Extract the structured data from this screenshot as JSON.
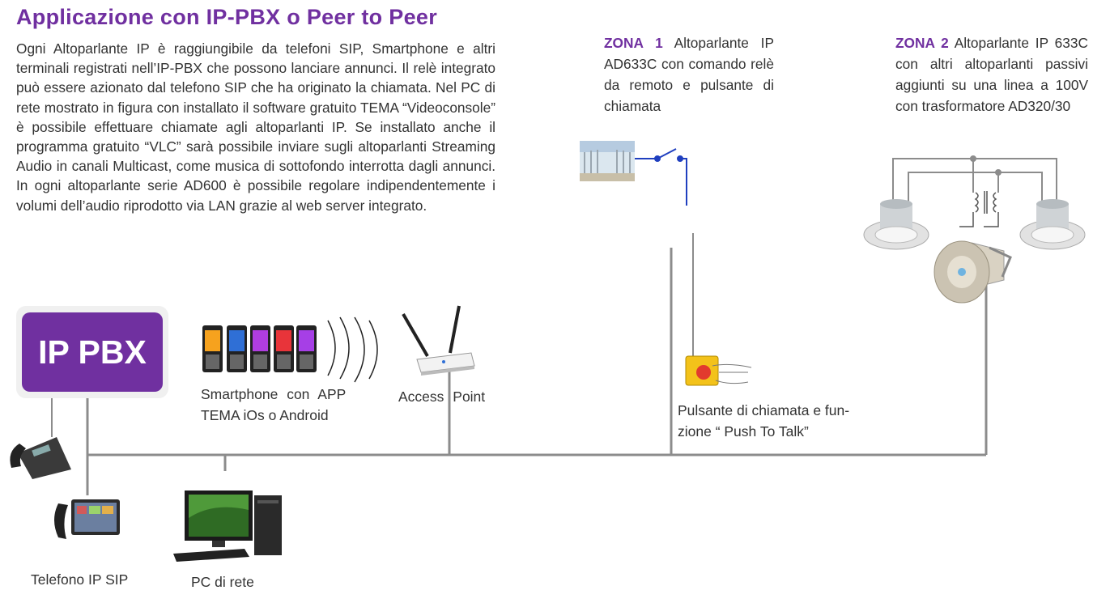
{
  "header": {
    "title": "Applicazione con IP-PBX o Peer to Peer",
    "intro": "Ogni Altoparlante IP è raggiungibile da telefoni SIP, Smartphone e altri terminali registrati nell’IP-PBX che possono lanciare annunci. Il relè integrato può essere azionato dal telefono SIP che ha originato la chiamata. Nel PC di rete mostrato in figura con installato il software gratuito TEMA “Videoconsole” è possibile effettuare chiamate agli altoparlanti IP. Se installato anche il programma gratuito “VLC” sarà possibile inviare sugli altoparlanti Streaming Audio in canali Multicast, come musica di sottofondo interrotta dagli annunci. In ogni altoparlante serie AD600 è possibile regolare indipendentemente i volumi dell’audio riprodotto via LAN grazie al web server integrato."
  },
  "zone1": {
    "label": "ZONA 1",
    "text": "Altoparlante IP AD633C con comando relè da remoto e pulsante di chiamata"
  },
  "zone2": {
    "label": "ZONA 2",
    "text": "Altoparlante IP 633C con altri altoparlanti passivi aggiunti su una linea a 100V con trasformatore AD320/30"
  },
  "nodes": {
    "pbx": "IP PBX",
    "smartphone_line1": "Smartphone con APP",
    "smartphone_line2": "TEMA iOs o Android",
    "access_point": "Access Point",
    "button_line1": "Pulsante di chiamata e fun-",
    "button_line2": "zione “ Push To Talk”",
    "sip_phone": "Telefono IP SIP",
    "pc": "PC di rete"
  },
  "colors": {
    "accent": "#7030a0",
    "wire": "#8c8c8c",
    "relay_wire": "#1f3fbf"
  },
  "icons": [
    "gate-icon",
    "relay-switch-icon",
    "phone-icon",
    "smartphone-icon",
    "wifi-waves-icon",
    "router-icon",
    "push-button-icon",
    "desk-phone-icon",
    "video-phone-icon",
    "pc-icon",
    "ceiling-speaker-icon",
    "horn-speaker-icon",
    "transformer-icon"
  ]
}
